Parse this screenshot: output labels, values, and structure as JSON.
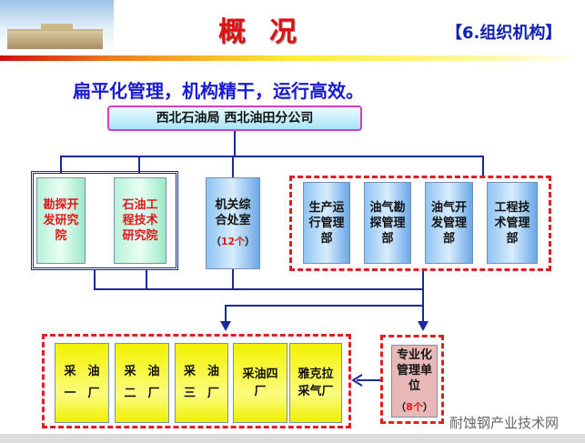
{
  "header": {
    "title": "概况",
    "section": "【6.组织机构】"
  },
  "slogan": "扁平化管理，机构精干，运行高效。",
  "top_org": "西北石油局  西北油田分公司",
  "research": [
    "勘探开发研究院",
    "石油工程技术研究院"
  ],
  "admin": {
    "label": "机关综合处室",
    "count": "12个"
  },
  "departments": [
    "生产运行管理部",
    "油气勘探管理部",
    "油气开发管理部",
    "工程技术管理部"
  ],
  "plants": [
    "采　油一　厂",
    "采　油二　厂",
    "采　油三　厂",
    "采油四厂",
    "雅克拉采气厂"
  ],
  "specialized": {
    "label": "专业化管理单位",
    "count": "8个"
  },
  "watermark": "耐蚀钢产业技术网",
  "colors": {
    "title": "#e01010",
    "accent": "#1a1ad0",
    "dash": "#e02020"
  }
}
